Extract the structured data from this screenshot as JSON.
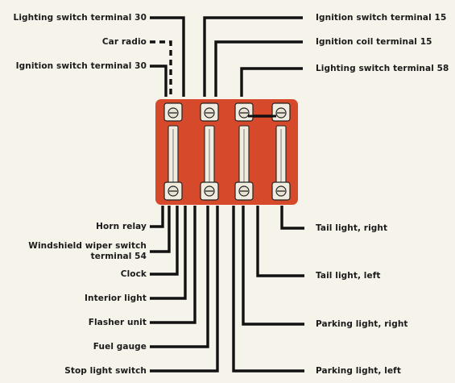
{
  "labels_left_top": [
    "Lighting switch terminal 30",
    "Car radio",
    "Ignition switch terminal 30"
  ],
  "labels_right_top": [
    "Ignition switch terminal 15",
    "Ignition coil terminal 15",
    "Lighting switch terminal 58"
  ],
  "labels_left_bottom": [
    "Horn relay",
    "Windshield wiper switch",
    "terminal 54",
    "Clock",
    "Interior light",
    "Flasher unit",
    "Fuel gauge",
    "Stop light switch"
  ],
  "labels_right_bottom": [
    "Tail light, right",
    "Tail light, left",
    "Parking light, right",
    "Parking light, left"
  ],
  "colors": {
    "fuse_box": "#d6492a",
    "wire": "#111111",
    "background": "#f6f3ea"
  }
}
